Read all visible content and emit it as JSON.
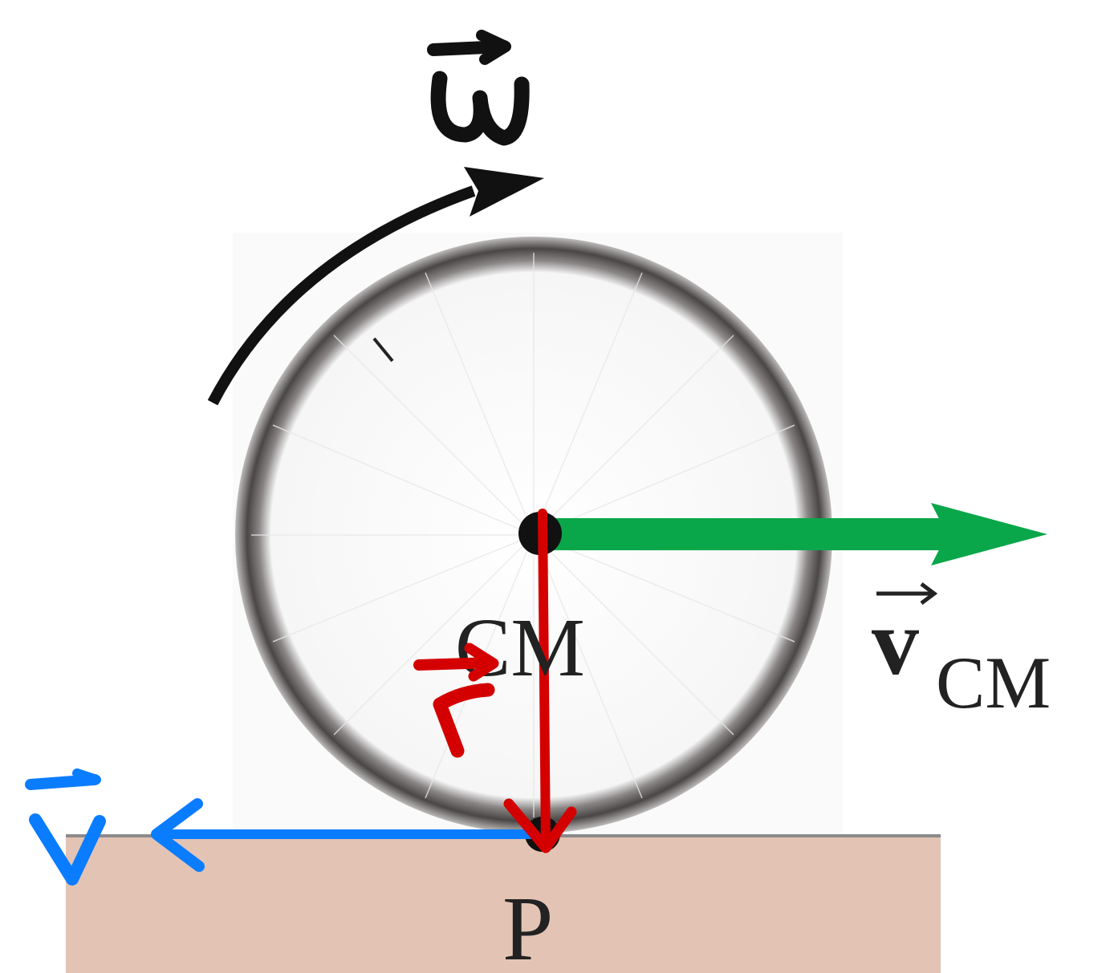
{
  "labels": {
    "cm": "CM",
    "contact_point": "P",
    "v_cm_symbol": "v",
    "v_cm_subscript": "CM",
    "omega_handwritten": "w",
    "r_handwritten": "r",
    "v_handwritten": "v"
  },
  "colors": {
    "ground": "#e3c4b4",
    "ground_line": "#8a8a8a",
    "wheel_rim": "#6e6a6a",
    "v_cm_arrow": "#0aa64a",
    "r_arrow": "#d40000",
    "v_arrow": "#0a7cff",
    "omega_arrow": "#111111"
  }
}
